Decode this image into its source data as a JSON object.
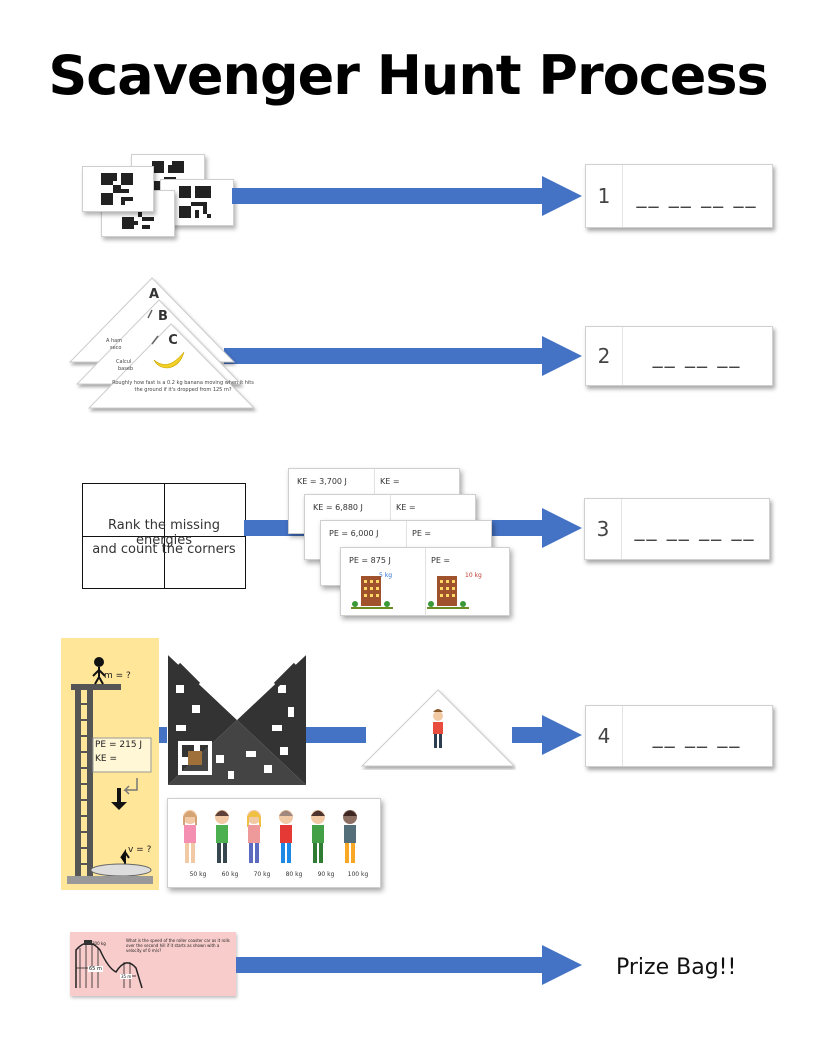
{
  "title": "Scavenger Hunt Process",
  "rows": [
    {
      "number": "1",
      "blanks": "__ __ __ __"
    },
    {
      "number": "2",
      "blanks": "__ __ __"
    },
    {
      "number": "3",
      "blanks": "__ __ __ __"
    },
    {
      "number": "4",
      "blanks": "__ __ __"
    }
  ],
  "prize": "Prize Bag!!",
  "triangles": {
    "labels": [
      "A",
      "B",
      "C"
    ],
    "text_a": "A ham",
    "text_a2": "seco",
    "text_b": "Calcul",
    "text_b2": "baseb",
    "text_c": "Roughly how fast is a 0.2 kg banana moving when it hits the ground if it's dropped from 125 m?"
  },
  "grid": {
    "line1": "Rank the missing energies",
    "line2": "and count the corners"
  },
  "energy_cards": [
    {
      "left": "KE = 3,700 J",
      "right": "KE ="
    },
    {
      "left": "KE = 6,880 J",
      "right": "KE ="
    },
    {
      "left": "PE = 6,000 J",
      "right": "PE ="
    },
    {
      "left": "PE = 875 J",
      "right": "PE ="
    }
  ],
  "energy_masses": {
    "left": "5 kg",
    "right": "10 kg"
  },
  "diver": {
    "mass": "m = ?",
    "pe": "PE = 215 J",
    "ke": "KE =",
    "velocity": "v = ?"
  },
  "weights": [
    "50 kg",
    "60 kg",
    "70 kg",
    "80 kg",
    "90 kg",
    "100 kg"
  ],
  "coaster": {
    "question": "What is the speed of the roller coaster car as it rolls over the second hill if it starts as shown with a velocity of 0 m/s?",
    "mass": "300 kg",
    "h1": "65 m",
    "h2": "35 m"
  },
  "colors": {
    "arrow": "#4472c4",
    "diver_panel": "#ffe699",
    "coaster_card": "#f9cccc"
  }
}
